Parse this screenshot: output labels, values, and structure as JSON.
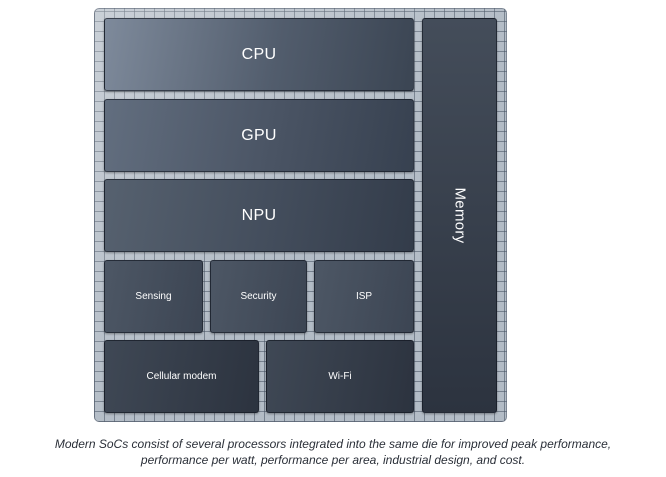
{
  "diagram": {
    "blocks": {
      "cpu": "CPU",
      "gpu": "GPU",
      "npu": "NPU",
      "sensing": "Sensing",
      "security": "Security",
      "isp": "ISP",
      "cellular_modem": "Cellular modem",
      "wifi": "Wi-Fi",
      "memory": "Memory"
    }
  },
  "caption": {
    "line1": "Modern SoCs consist of several processors integrated into the same die for improved peak performance,",
    "line2": "performance per watt, performance per area, industrial design, and cost."
  }
}
